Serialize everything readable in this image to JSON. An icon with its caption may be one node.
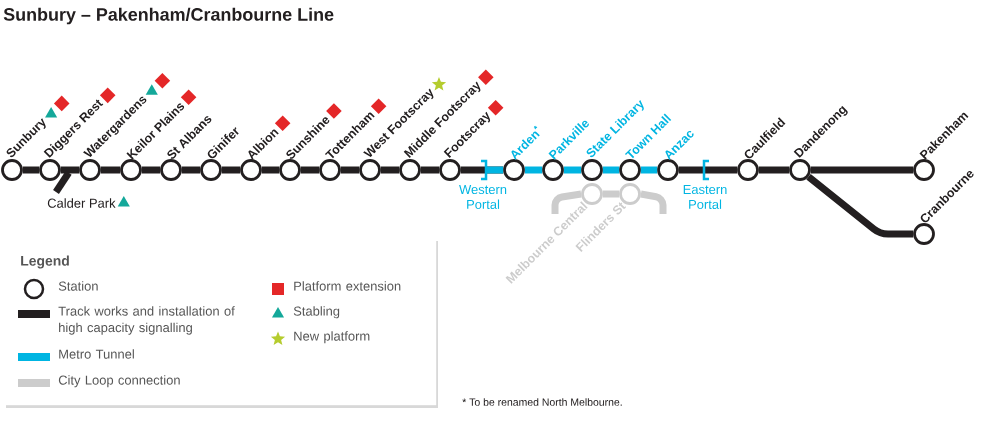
{
  "diagram": {
    "title": "Sunbury – Pakenham/Cranbourne Line",
    "nodes": [
      {
        "text": [],
        "shape": "circle",
        "beside": [
          "Sunbury"
        ]
      },
      {
        "text": [],
        "shape": "circle",
        "beside": [
          "Diggers Rest"
        ]
      },
      {
        "text": [],
        "shape": "circle",
        "beside": [
          "Watergardens"
        ]
      },
      {
        "text": [],
        "shape": "circle",
        "beside": [
          "Keilor Plains"
        ]
      },
      {
        "text": [],
        "shape": "circle",
        "beside": [
          "St Albans"
        ]
      },
      {
        "text": [],
        "shape": "circle",
        "beside": [
          "Ginifer"
        ]
      },
      {
        "text": [],
        "shape": "circle",
        "beside": [
          "Albion"
        ]
      },
      {
        "text": [],
        "shape": "circle",
        "beside": [
          "Sunshine"
        ]
      },
      {
        "text": [],
        "shape": "circle",
        "beside": [
          "Tottenham"
        ]
      },
      {
        "text": [],
        "shape": "circle",
        "beside": [
          "West Footscray"
        ]
      },
      {
        "text": [],
        "shape": "circle",
        "beside": [
          "Middle Footscray"
        ]
      },
      {
        "text": [],
        "shape": "circle",
        "beside": [
          "Footscray"
        ]
      },
      {
        "text": [],
        "shape": "circle",
        "beside": [
          "Arden$^{*}$"
        ]
      },
      {
        "text": [],
        "shape": "circle",
        "beside": [
          "Parkville"
        ]
      },
      {
        "text": [],
        "shape": "circle",
        "beside": [
          "State Library"
        ]
      },
      {
        "text": [],
        "shape": "circle",
        "beside": [
          "Town Hall"
        ]
      },
      {
        "text": [],
        "shape": "circle",
        "beside": [
          "Anzac"
        ]
      },
      {
        "text": [],
        "shape": "circle",
        "beside": [
          "Caulfield"
        ]
      },
      {
        "text": [],
        "shape": "circle",
        "beside": [
          "Dandenong"
        ]
      },
      {
        "text": [],
        "shape": "circle",
        "beside": [
          "Pakenham"
        ]
      },
      {
        "text": [],
        "shape": "circle",
        "beside": [
          "Cranbourne"
        ]
      },
      {
        "text": [],
        "shape": "circle",
        "beside": [
          "Melbourne Central"
        ]
      },
      {
        "text": [],
        "shape": "circle",
        "beside": [
          "Flinders St"
        ]
      },
      {
        "text": [
          "Calder Park"
        ]
      }
    ],
    "edges": [
      {
        "from": 0,
        "to": 1,
        "arrow": "none"
      },
      {
        "from": 1,
        "to": 2,
        "arrow": "none"
      },
      {
        "from": 2,
        "to": 3,
        "arrow": "none"
      },
      {
        "from": 3,
        "to": 4,
        "arrow": "none"
      },
      {
        "from": 4,
        "to": 5,
        "arrow": "none"
      },
      {
        "from": 5,
        "to": 6,
        "arrow": "none"
      },
      {
        "from": 6,
        "to": 7,
        "arrow": "none"
      },
      {
        "from": 7,
        "to": 8,
        "arrow": "none"
      },
      {
        "from": 8,
        "to": 9,
        "arrow": "none"
      },
      {
        "from": 9,
        "to": 10,
        "arrow": "none"
      },
      {
        "from": 10,
        "to": 11,
        "arrow": "none"
      },
      {
        "from": 11,
        "to": 12,
        "arrow": "none"
      },
      {
        "from": 12,
        "to": 13,
        "arrow": "none",
        "color": "#00b5e2"
      },
      {
        "from": 13,
        "to": 14,
        "arrow": "none",
        "color": "#00b5e2"
      },
      {
        "from": 14,
        "to": 15,
        "arrow": "none",
        "color": "#00b5e2"
      },
      {
        "from": 15,
        "to": 16,
        "arrow": "none",
        "color": "#00b5e2"
      },
      {
        "from": 16,
        "to": 17,
        "arrow": "none"
      },
      {
        "from": 17,
        "to": 18,
        "arrow": "none"
      },
      {
        "from": 18,
        "to": 19,
        "arrow": "none"
      },
      {
        "from": 18,
        "to": 20,
        "arrow": "none"
      },
      {
        "from": 21,
        "to": 22,
        "arrow": "none",
        "color": "#cccccc"
      },
      {
        "from": 23,
        "to": 1,
        "arrow": "none"
      }
    ],
    "labels": [
      "Western Portal",
      "Eastern Portal",
      "Legend",
      "* To be renamed North Melbourne."
    ],
    "legend": [
      {
        "text": "Station"
      },
      {
        "text": "Track works and installation of high capacity signalling",
        "color": "#231f20"
      },
      {
        "text": "Metro Tunnel",
        "color": "#00b5e2"
      },
      {
        "text": "City Loop connection",
        "color": "#cccccc"
      },
      {
        "text": "Platform extension",
        "color": "#e42728"
      },
      {
        "text": "Stabling"
      },
      {
        "text": "New platform"
      }
    ]
  }
}
